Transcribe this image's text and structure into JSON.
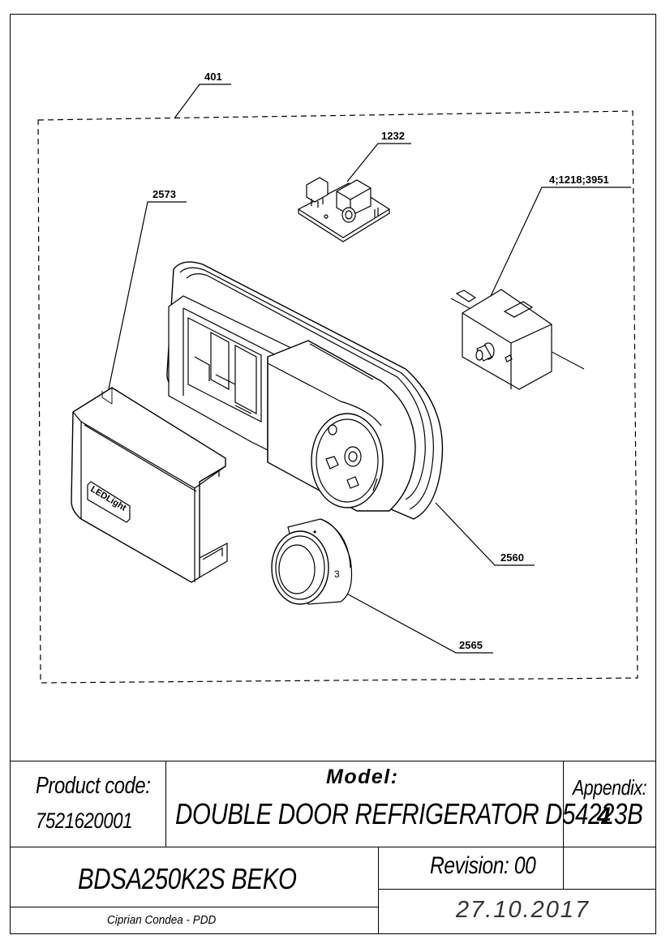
{
  "callouts": {
    "assembly": "401",
    "circuit_board": "1232",
    "cover": "2573",
    "thermostat": "4;1218;3951",
    "housing": "2560",
    "knob": "2565"
  },
  "cover_logo": "LEDLight",
  "knob_marks": {
    "top": "•",
    "side": "3"
  },
  "title_block": {
    "product_code_label": "Product code:",
    "product_code": "7521620001",
    "model_label": "Model:",
    "model": "DOUBLE DOOR REFRIGERATOR D54223B",
    "appendix_label": "Appendix:",
    "appendix": "4",
    "part_number": "BDSA250K2S BEKO",
    "revision": "Revision: 00",
    "author": "Ciprian Condea - PDD",
    "date": "27.10.2017"
  }
}
